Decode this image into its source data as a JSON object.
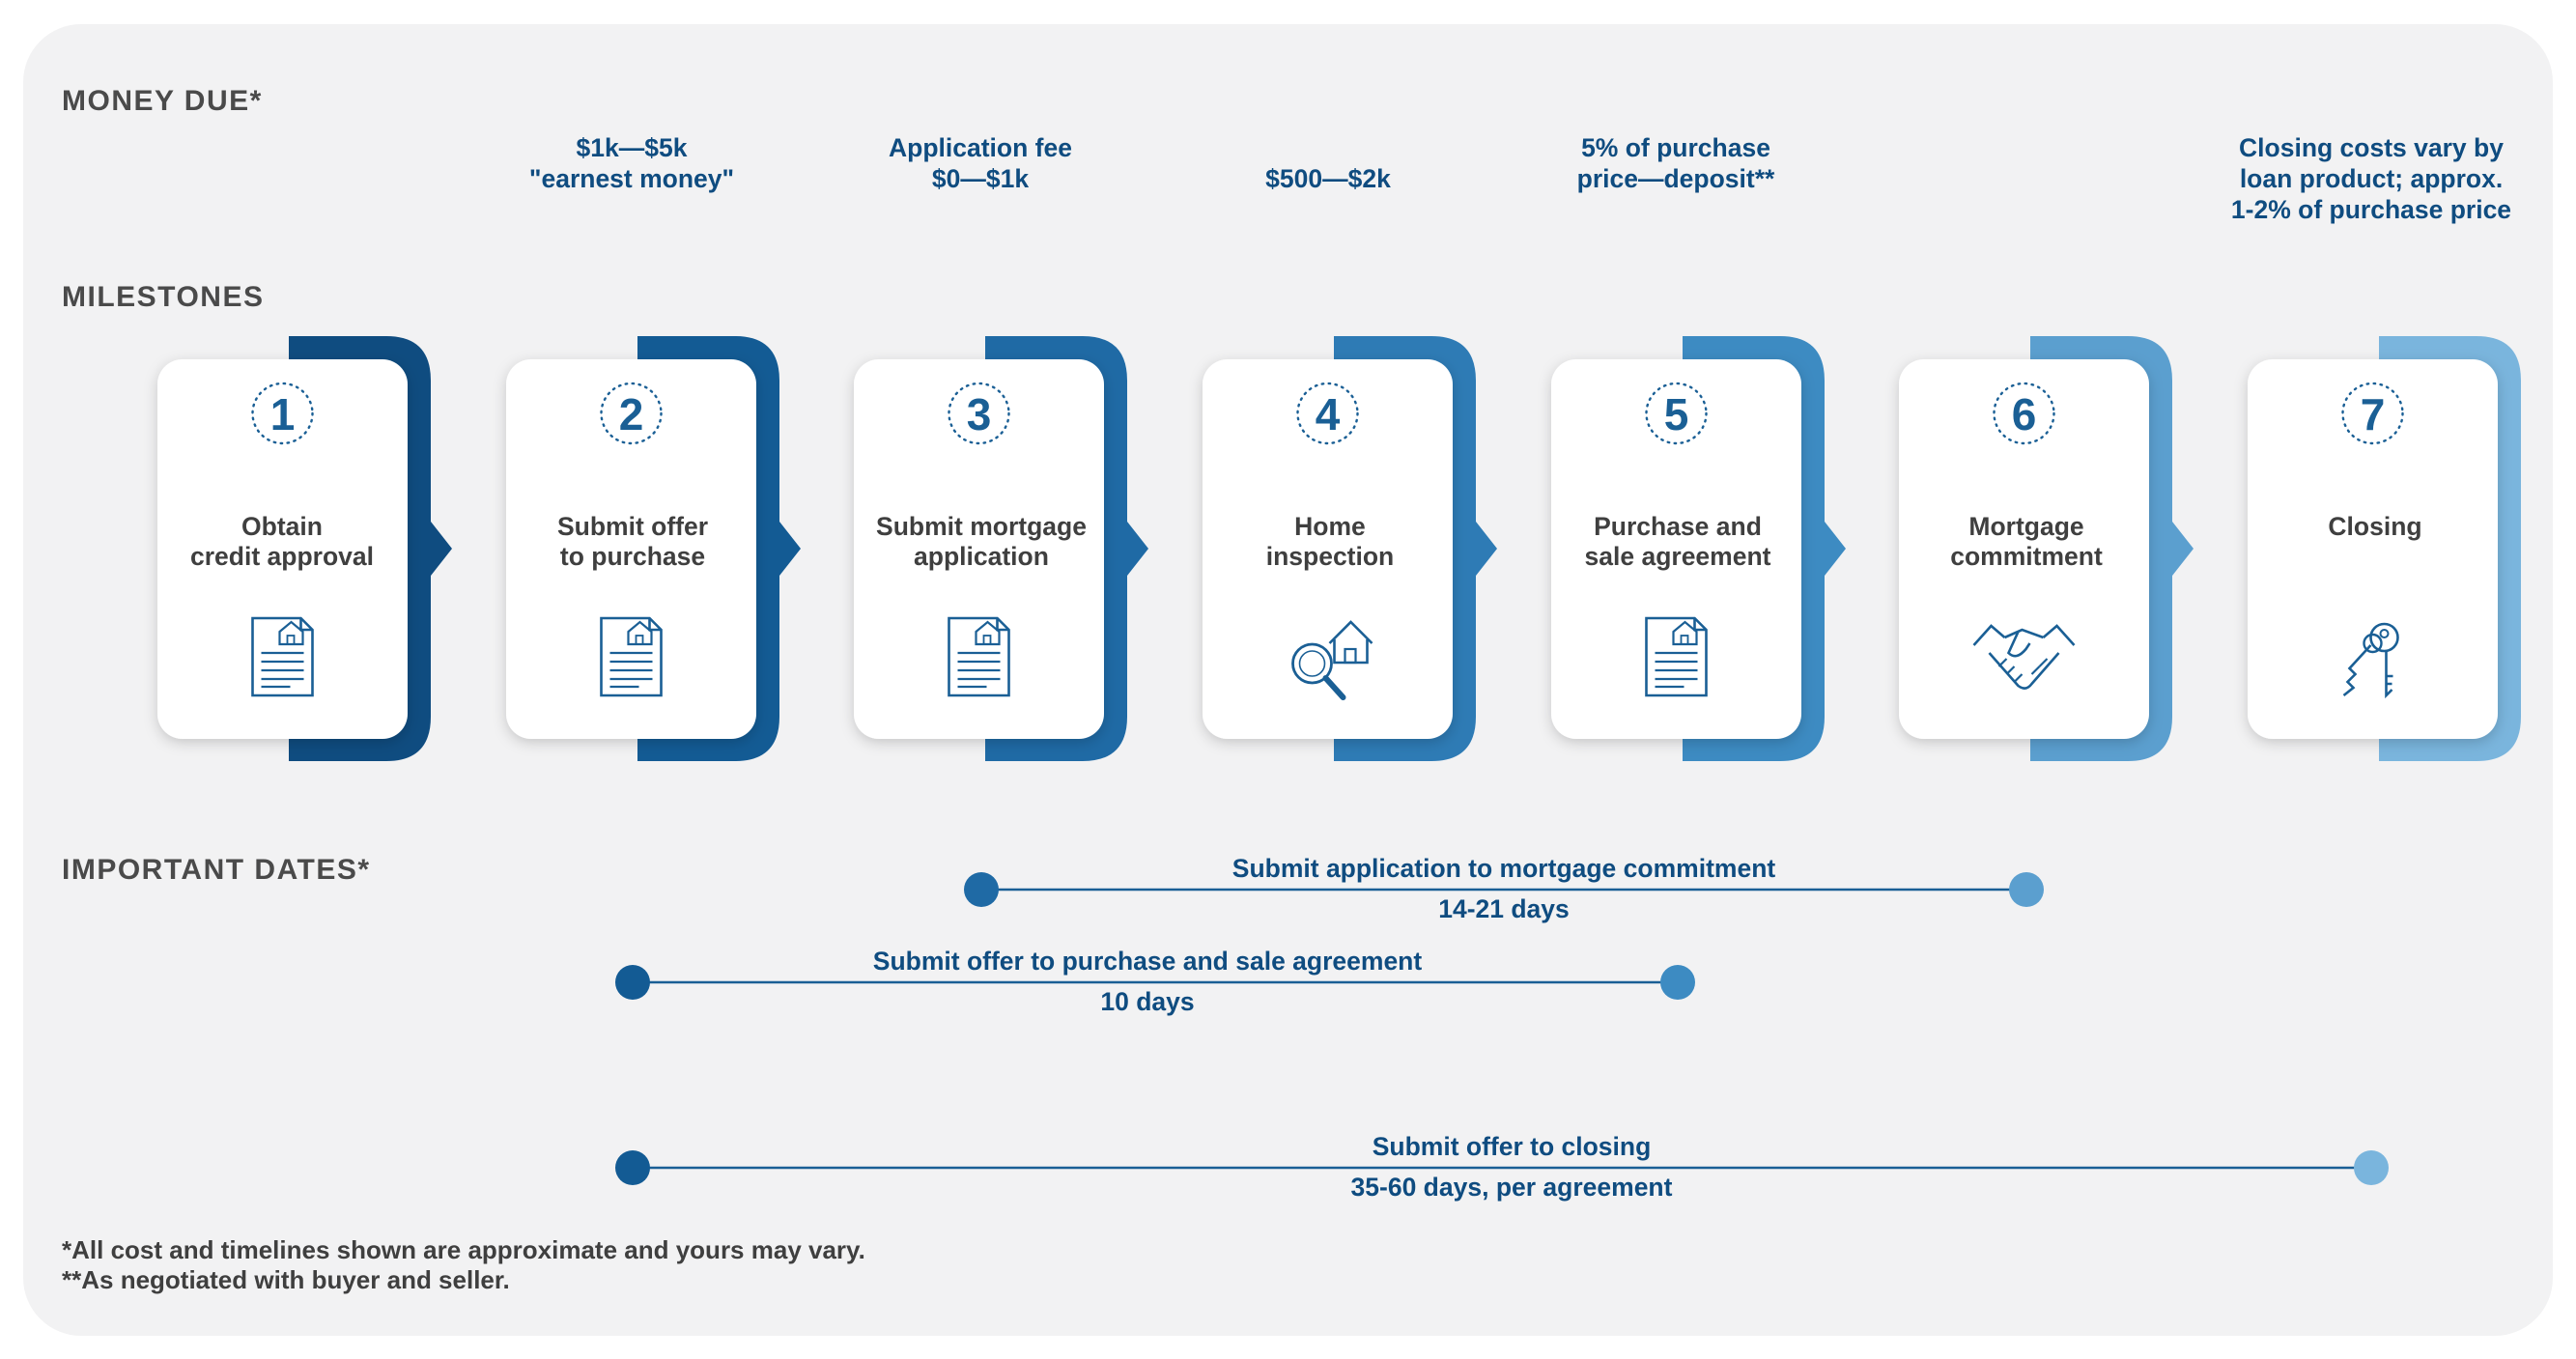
{
  "headings": {
    "money_due": "MONEY DUE*",
    "milestones": "MILESTONES",
    "important_dates": "IMPORTANT DATES*"
  },
  "money_due": [
    {
      "lines": [
        "$1k—$5k",
        "\"earnest money\""
      ]
    },
    {
      "lines": [
        "Application fee",
        "$0—$1k"
      ]
    },
    {
      "lines": [
        "$500—$2k"
      ]
    },
    {
      "lines": [
        "5% of purchase",
        "price—deposit**"
      ]
    },
    {
      "lines": [
        "Closing costs vary by",
        "loan product; approx.",
        "1-2% of purchase price"
      ]
    }
  ],
  "milestones": [
    {
      "number": "1",
      "lines": [
        "Obtain",
        "credit approval"
      ],
      "icon": "document-icon",
      "color": "#0f4c80"
    },
    {
      "number": "2",
      "lines": [
        "Submit offer",
        "to purchase"
      ],
      "icon": "document-icon",
      "color": "#135b94"
    },
    {
      "number": "3",
      "lines": [
        "Submit mortgage",
        "application"
      ],
      "icon": "document-icon",
      "color": "#1f6aa5"
    },
    {
      "number": "4",
      "lines": [
        "Home",
        "inspection"
      ],
      "icon": "magnifier-house-icon",
      "color": "#2e7bb5"
    },
    {
      "number": "5",
      "lines": [
        "Purchase and",
        "sale agreement"
      ],
      "icon": "document-icon",
      "color": "#3d8bc2"
    },
    {
      "number": "6",
      "lines": [
        "Mortgage",
        "commitment"
      ],
      "icon": "handshake-icon",
      "color": "#5b9fcf"
    },
    {
      "number": "7",
      "lines": [
        "Closing"
      ],
      "icon": "keys-icon",
      "color": "#7ab5dd"
    }
  ],
  "dates": [
    {
      "title": "Submit application to mortgage commitment",
      "duration": "14-21 days",
      "from_step": 3,
      "to_step": 6
    },
    {
      "title": "Submit offer to purchase and sale agreement",
      "duration": "10 days",
      "from_step": 2,
      "to_step": 5
    },
    {
      "title": "Submit offer to closing",
      "duration": "35-60 days, per agreement",
      "from_step": 2,
      "to_step": 7
    }
  ],
  "footnotes": [
    "*All cost and timelines shown are approximate and yours may vary.",
    "**As negotiated with buyer and seller."
  ]
}
